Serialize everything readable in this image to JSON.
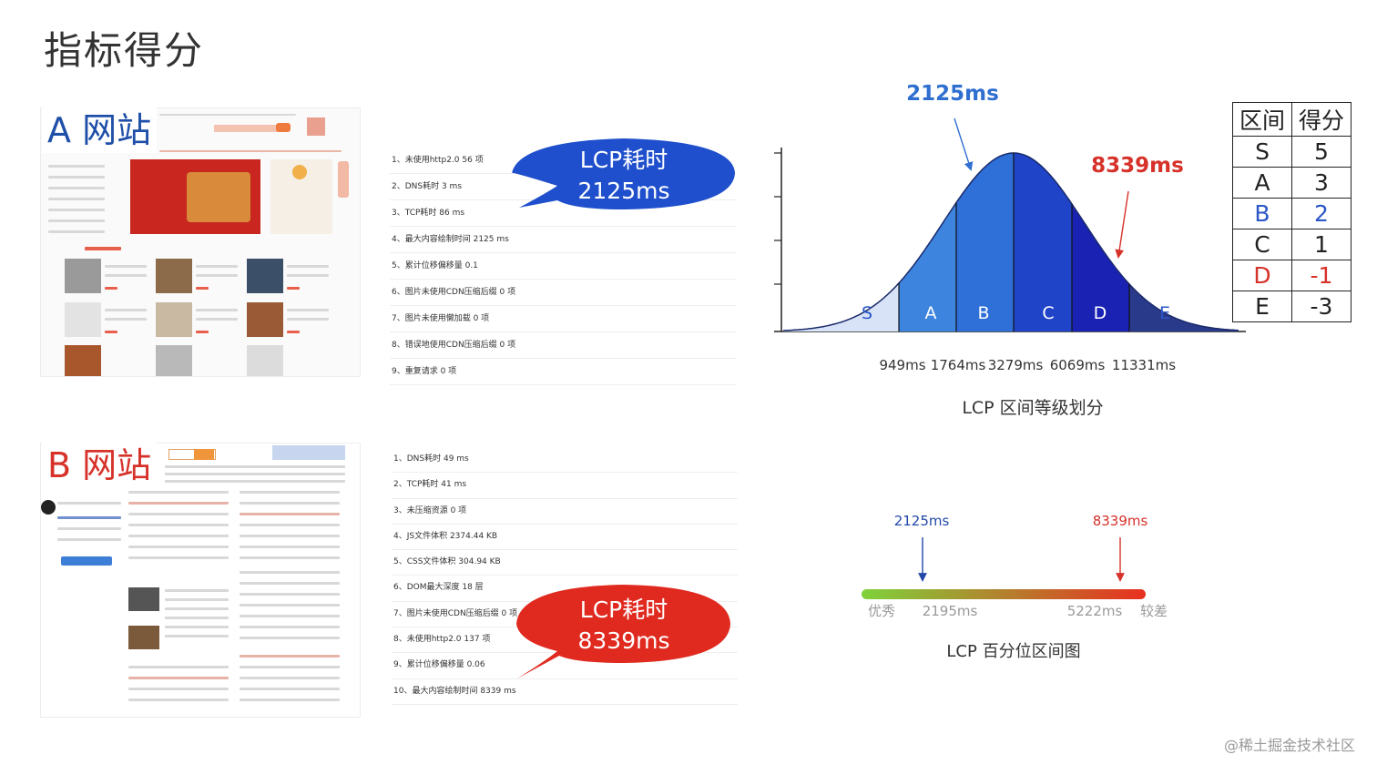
{
  "slide": {
    "title": "指标得分",
    "watermark": "@稀土掘金技术社区"
  },
  "site_a": {
    "label": "A 网站",
    "bubble_line1": "LCP耗时",
    "bubble_line2": "2125ms",
    "bubble_color": "#1f4fcc",
    "metrics": [
      "1、未使用http2.0 56 项",
      "2、DNS耗时 3 ms",
      "3、TCP耗时 86 ms",
      "4、最大内容绘制时间 2125 ms",
      "5、累计位移偏移量 0.1",
      "6、图片未使用CDN压缩后缀 0 项",
      "7、图片未使用懒加载 0 项",
      "8、错误地使用CDN压缩后缀 0 项",
      "9、重复请求 0 项"
    ]
  },
  "site_b": {
    "label": "B 网站",
    "bubble_line1": "LCP耗时",
    "bubble_line2": "8339ms",
    "bubble_color": "#e02a1f",
    "metrics": [
      "1、DNS耗时 49 ms",
      "2、TCP耗时 41 ms",
      "3、未压缩资源 0 项",
      "4、JS文件体积 2374.44 KB",
      "5、CSS文件体积 304.94 KB",
      "6、DOM最大深度 18 层",
      "7、图片未使用CDN压缩后缀 0 项",
      "8、未使用http2.0 137 项",
      "9、累计位移偏移量 0.06",
      "10、最大内容绘制时间 8339 ms"
    ]
  },
  "distribution": {
    "caption": "LCP 区间等级划分",
    "marker_a": "2125ms",
    "marker_b": "8339ms",
    "marker_a_color": "#2f6fd0",
    "marker_b_color": "#d6322a",
    "grades": [
      "S",
      "A",
      "B",
      "C",
      "D",
      "E"
    ],
    "thresholds": [
      "949ms",
      "1764ms",
      "3279ms",
      "6069ms",
      "11331ms"
    ]
  },
  "score_table": {
    "header_range": "区间",
    "header_score": "得分",
    "rows": [
      {
        "grade": "S",
        "score": "5"
      },
      {
        "grade": "A",
        "score": "3"
      },
      {
        "grade": "B",
        "score": "2"
      },
      {
        "grade": "C",
        "score": "1"
      },
      {
        "grade": "D",
        "score": "-1"
      },
      {
        "grade": "E",
        "score": "-3"
      }
    ]
  },
  "percentile": {
    "caption": "LCP  百分位区间图",
    "marker_a": "2125ms",
    "marker_b": "8339ms",
    "left_label": "优秀",
    "right_label": "较差",
    "tick_1": "2195ms",
    "tick_2": "5222ms",
    "gradient_start": "#7fd23a",
    "gradient_end": "#e83020"
  }
}
